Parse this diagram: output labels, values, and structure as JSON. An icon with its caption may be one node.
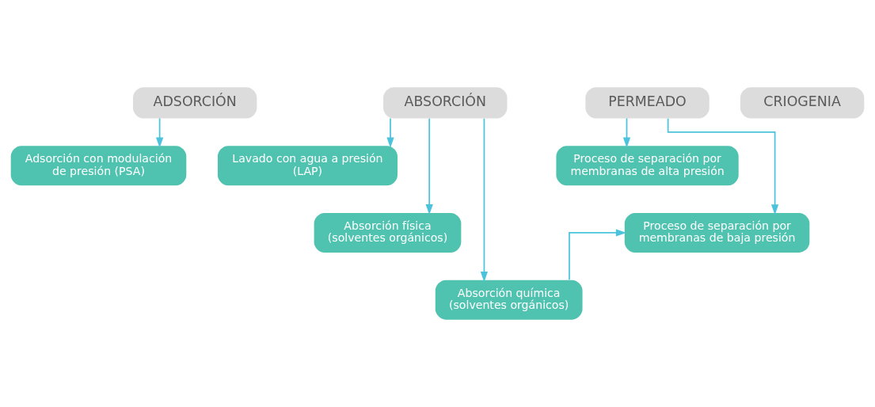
{
  "diagram": {
    "nodes": [
      {
        "text": [
          "ADSORCIÓN"
        ]
      },
      {
        "text": [
          "ABSORCIÓN"
        ]
      },
      {
        "text": [
          "PERMEADO"
        ]
      },
      {
        "text": [
          "CRIOGENIA"
        ]
      },
      {
        "text": [
          "Adsorción con modulación de presión (PSA)"
        ]
      },
      {
        "text": [
          "Lavado con agua a presión (LAP)"
        ]
      },
      {
        "text": [
          "Absorción física (solventes orgánicos)"
        ]
      },
      {
        "text": [
          "Absorción química (solventes orgánicos)"
        ]
      },
      {
        "text": [
          "Proceso de separación por membranas de alta presión"
        ]
      },
      {
        "text": [
          "Proceso de separación por membranas de baja presión"
        ]
      }
    ],
    "edges": [
      {
        "from": 0,
        "to": 4,
        "arrow": "to"
      },
      {
        "from": 1,
        "to": 5,
        "arrow": "to"
      },
      {
        "from": 1,
        "to": 6,
        "arrow": "to"
      },
      {
        "from": 1,
        "to": 7,
        "arrow": "to"
      },
      {
        "from": 2,
        "to": 8,
        "arrow": "to"
      },
      {
        "from": 2,
        "to": 9,
        "arrow": "to"
      },
      {
        "from": 7,
        "to": 9,
        "arrow": "to"
      }
    ]
  }
}
